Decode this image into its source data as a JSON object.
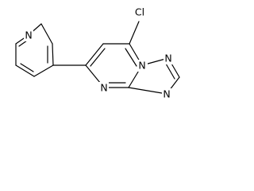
{
  "molecule": {
    "substituent_label": "Cl",
    "atom_labels": {
      "pyridine_nitrogen": "N",
      "pyrimidine_nitrogen": "N",
      "bridgehead_nitrogen": "N",
      "triazole_nitrogen_upper": "N",
      "triazole_nitrogen_lower": "N"
    }
  },
  "colors": {
    "bond": "#000000",
    "label": "#000000",
    "background": "#ffffff"
  }
}
